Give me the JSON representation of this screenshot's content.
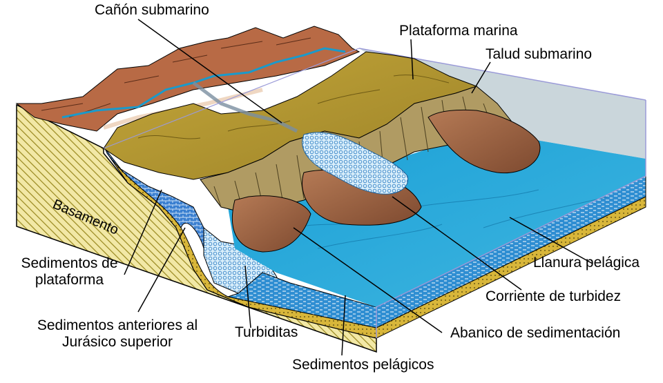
{
  "labels": {
    "canon": "Cañón submarino",
    "plataforma_marina": "Plataforma marina",
    "talud": "Talud submarino",
    "basamento": "Basamento",
    "sed_plataforma": "Sedimentos de\nplataforma",
    "sed_anteriores": "Sedimentos anteriores al\nJurásico superior",
    "turbiditas": "Turbiditas",
    "sed_pelagicos": "Sedimentos pelágicos",
    "abanico": "Abanico de sedimentación",
    "corriente": "Corriente de turbidez",
    "llanura": "Llanura pelágica"
  },
  "colors": {
    "mountain": "#b86a45",
    "shelf": "#b79a2e",
    "slope": "#a38c58",
    "fan": "#9a5e3f",
    "sea": "#2aa9d8",
    "sea_deep": "#1f7fb4",
    "turbidite": "#c9e6f5",
    "yellow_layer": "#e3c245",
    "basement": "#e6d98a"
  }
}
